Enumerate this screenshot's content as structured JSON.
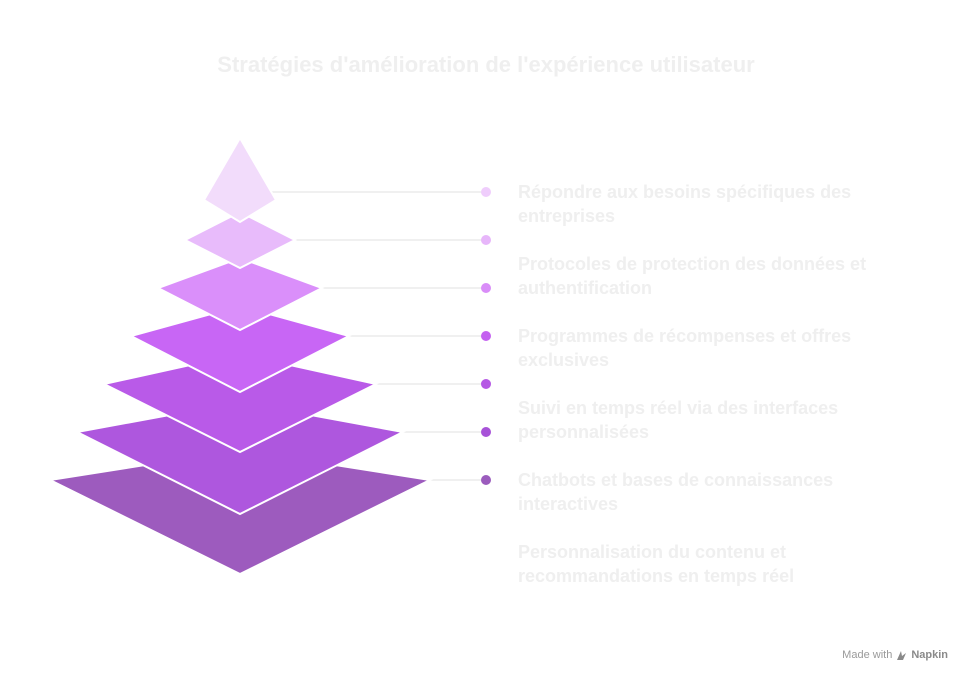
{
  "title": "Stratégies d'amélioration de l'expérience utilisateur",
  "levels": [
    {
      "label": "Répondre aux besoins spécifiques des entreprises",
      "color": "#f2dcfb",
      "dot": "#efcdfc"
    },
    {
      "label": "Protocoles de protection des données et authentification",
      "color": "#e8bbfb",
      "dot": "#e7b6fa"
    },
    {
      "label": "Programmes de récompenses et offres exclusives",
      "color": "#da8ffa",
      "dot": "#d98df8"
    },
    {
      "label": "Suivi en temps réel via des interfaces personnalisées",
      "color": "#c866f5",
      "dot": "#c461f0"
    },
    {
      "label": "Chatbots et bases de connaissances interactives",
      "color": "#b95ae8",
      "dot": "#b558e4"
    },
    {
      "label": "Personnalisation du contenu et recommandations en temps réel",
      "color": "#ae57de",
      "dot": "#a752d8"
    },
    {
      "label": "",
      "color": "#9d5bbe",
      "dot": "#9b5cbd"
    }
  ],
  "footer": {
    "made_with": "Made with",
    "brand": "Napkin"
  }
}
